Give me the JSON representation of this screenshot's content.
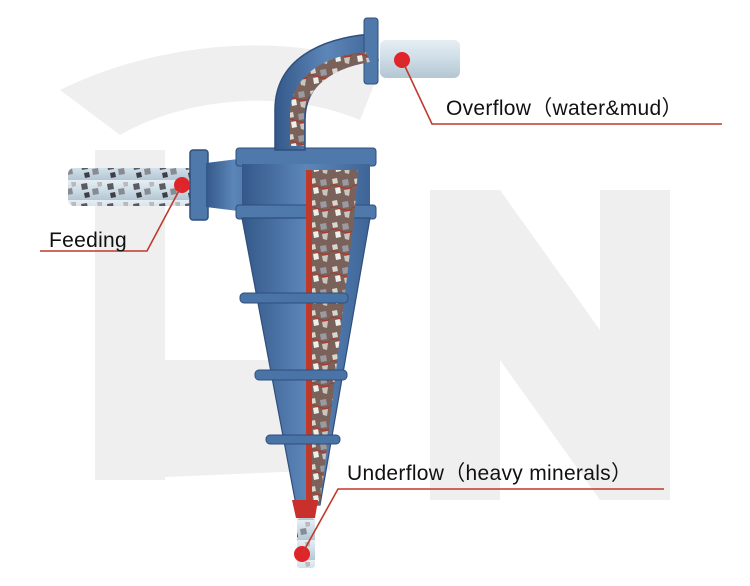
{
  "labels": {
    "overflow": "Overflow（water&mud）",
    "feeding": "Feeding",
    "underflow": "Underflow（heavy minerals）"
  },
  "colors": {
    "body_blue": "#4f79ab",
    "body_dark": "#34588a",
    "pointer_red": "#e0242a",
    "leader_line": "#c0392b",
    "watermark": "#efefef",
    "pipe_fill": "#d6e4ec",
    "cavity": "#5b4a43"
  }
}
